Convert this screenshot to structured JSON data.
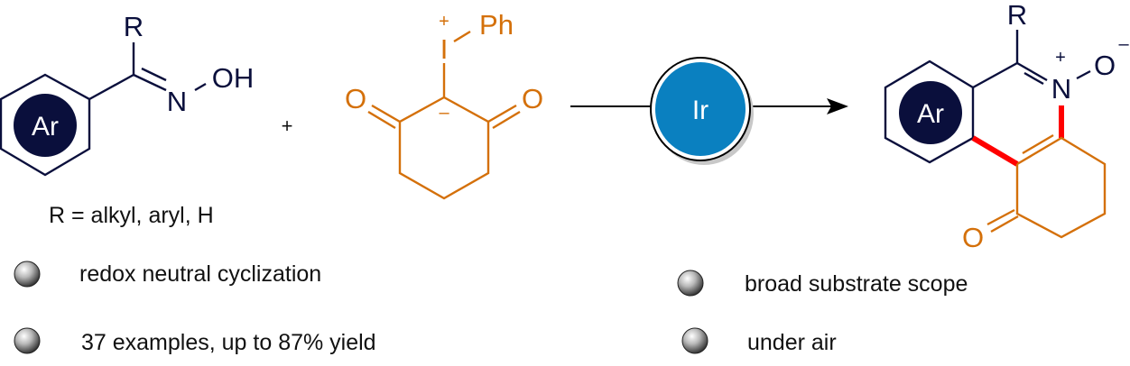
{
  "reactant1": {
    "substituent": "R",
    "ring_label": "Ar",
    "nitrogen": "N",
    "hydroxyl": "OH",
    "r_definition": "R = alkyl, aryl, H"
  },
  "plus_sign": "+",
  "reactant2": {
    "iodine": "I",
    "iodine_charge": "+",
    "phenyl": "Ph",
    "carbanion_charge": "–",
    "oxygen_left": "O",
    "oxygen_right": "O"
  },
  "catalyst": {
    "label": "Ir",
    "color": "#0a80c0"
  },
  "product": {
    "substituent": "R",
    "ring_label": "Ar",
    "nitrogen": "N",
    "nitrogen_charge": "+",
    "oxygen": "O",
    "oxygen_charge": "–",
    "carbonyl_oxygen": "O"
  },
  "colors": {
    "navy": "#0a0f3c",
    "orange": "#d4700a",
    "new_bond": "#ff0000"
  },
  "bullets": [
    {
      "text": "redox neutral cyclization"
    },
    {
      "text": "37 examples, up to 87% yield"
    },
    {
      "text": "broad substrate scope"
    },
    {
      "text": "under air"
    }
  ]
}
